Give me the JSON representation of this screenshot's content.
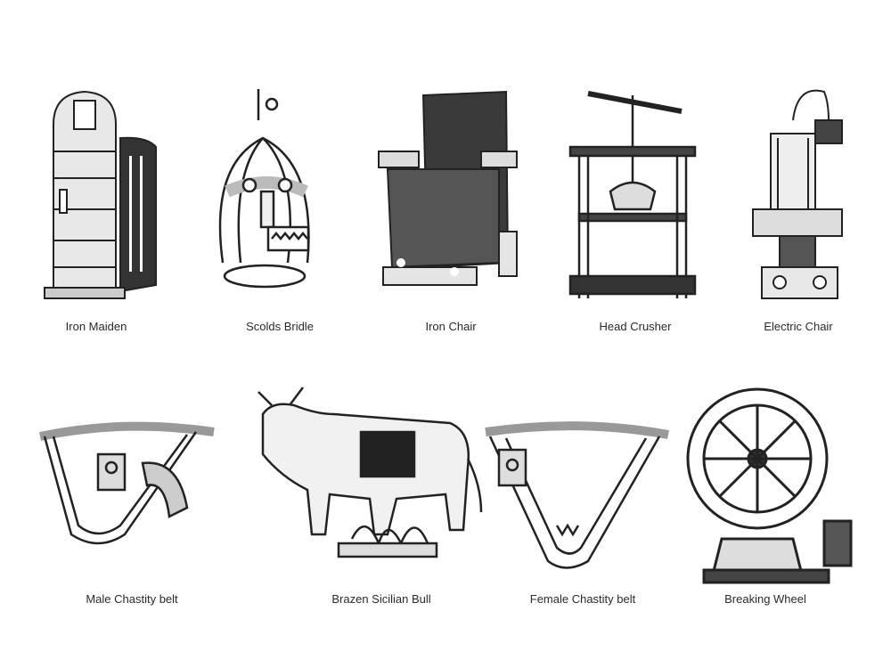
{
  "items": [
    {
      "label": "Iron Maiden"
    },
    {
      "label": "Scolds Bridle"
    },
    {
      "label": "Iron Chair"
    },
    {
      "label": "Head Crusher"
    },
    {
      "label": "Electric Chair"
    },
    {
      "label": "Male Chastity belt"
    },
    {
      "label": "Brazen Sicilian Bull"
    },
    {
      "label": "Female Chastity belt"
    },
    {
      "label": "Breaking Wheel"
    }
  ],
  "stock_id": "296078905"
}
